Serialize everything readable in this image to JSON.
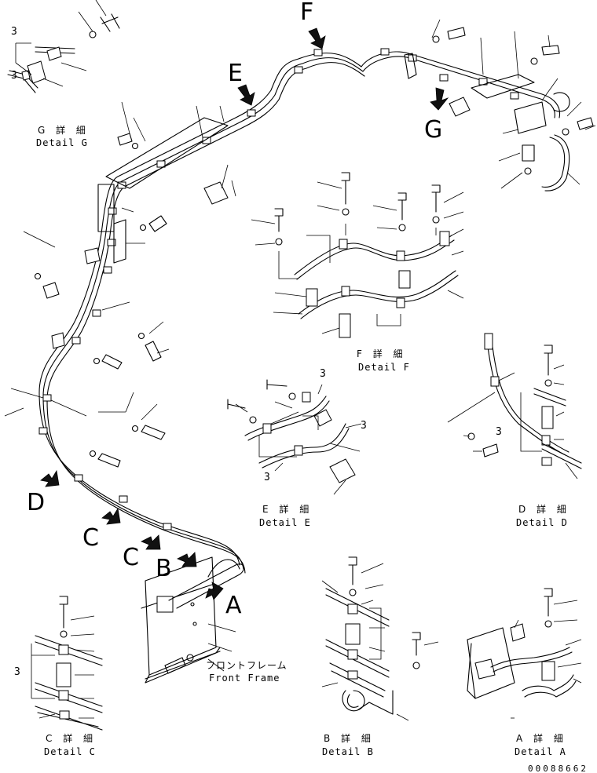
{
  "view_letters": {
    "a": "A",
    "b": "B",
    "c1": "C",
    "c2": "C",
    "d": "D",
    "e": "E",
    "f": "F",
    "g": "G"
  },
  "part_number": "3",
  "details": {
    "g": {
      "jp": "G 詳 細",
      "en": "Detail G"
    },
    "f": {
      "jp": "F 詳 細",
      "en": "Detail F"
    },
    "e": {
      "jp": "E 詳 細",
      "en": "Detail E"
    },
    "d": {
      "jp": "D 詳 細",
      "en": "Detail D"
    },
    "c": {
      "jp": "C 詳 細",
      "en": "Detail C"
    },
    "b": {
      "jp": "B 詳 細",
      "en": "Detail B"
    },
    "a": {
      "jp": "A 詳 細",
      "en": "Detail A"
    }
  },
  "front_frame": {
    "jp": "フロントフレーム",
    "en": "Front Frame"
  },
  "drawing_number": "00088662"
}
